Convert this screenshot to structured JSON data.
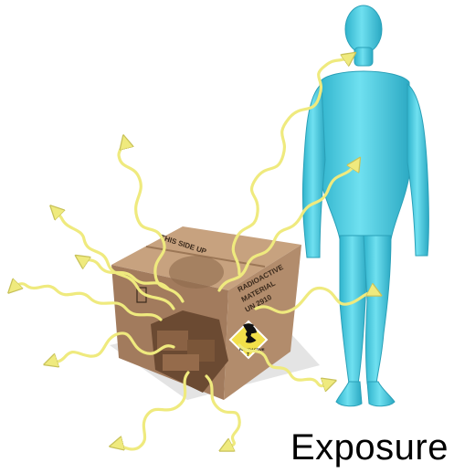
{
  "caption": "Exposure",
  "box": {
    "top_print": "THIS SIDE UP",
    "label_lines": [
      "RADIOACTIVE",
      "MATERIAL",
      "UN 2910"
    ],
    "hazard_label": "RADIOACTIVE",
    "hazard_class": "7"
  },
  "colors": {
    "wave": "#efea7e",
    "wave_edge": "#c8c25a",
    "figure": "#55d3e6",
    "figure_shade": "#2fb3cc",
    "box_top": "#c7a27f",
    "box_front": "#a27b5d",
    "box_side": "#b28c6c",
    "hazard": "#f2e04a"
  },
  "icons": [
    "radiation-wave-arrow",
    "radioactive-trefoil-icon",
    "human-figure"
  ]
}
